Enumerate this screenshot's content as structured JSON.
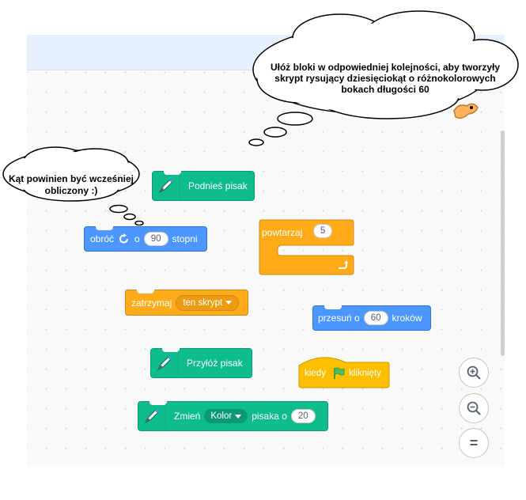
{
  "clouds": {
    "main": "Ułóż bloki w odpowiedniej kolejności, aby tworzyły skrypt rysujący dziesięciokąt o różnokolorowych bokach długości 60",
    "hint": "Kąt powinien być wcześniej obliczony :)"
  },
  "blocks": {
    "pen_up": "Podnieś pisak",
    "turn": {
      "prefix": "obróć",
      "word": "o",
      "value": "90",
      "suffix": "stopni"
    },
    "repeat": {
      "label": "powtarzaj",
      "value": "5"
    },
    "stop": {
      "label": "zatrzymaj",
      "option": "ten skrypt"
    },
    "move": {
      "prefix": "przesuń o",
      "value": "60",
      "suffix": "kroków"
    },
    "pen_down": "Przyłóż pisak",
    "when_flag": {
      "prefix": "kiedy",
      "suffix": "kliknięty"
    },
    "change_pen": {
      "prefix": "Zmień",
      "option": "Kolor",
      "middle": "pisaka o",
      "value": "20"
    }
  },
  "zoom": {
    "in_icon": "zoom-in-icon",
    "out_icon": "zoom-out-icon",
    "reset_label": "="
  },
  "colors": {
    "pen": "#0fbd8c",
    "motion": "#4c97ff",
    "control": "#ffab19",
    "events": "#ffbf00"
  }
}
